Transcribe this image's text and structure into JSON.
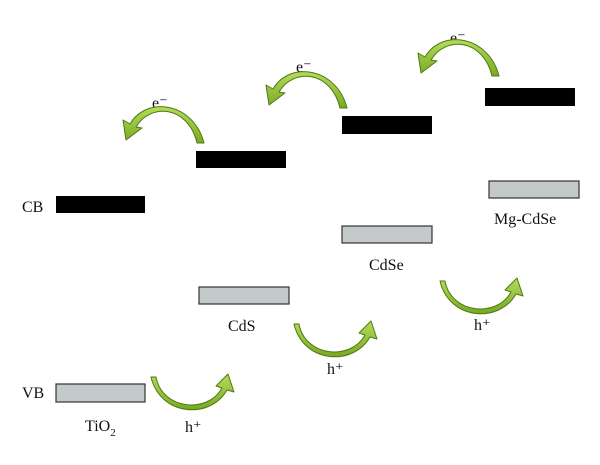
{
  "side_labels": {
    "cb": "CB",
    "vb": "VB"
  },
  "electron_label": "e⁻",
  "hole_label": "h⁺",
  "materials": [
    {
      "name": "TiO",
      "subscript": "2"
    },
    {
      "name": "CdS",
      "subscript": ""
    },
    {
      "name": "CdSe",
      "subscript": ""
    },
    {
      "name": "Mg-CdSe",
      "subscript": ""
    }
  ],
  "colors": {
    "conduction_band": "#000000",
    "valence_band": "#c4c9ca",
    "band_outline": "#333333",
    "arrow_fill": "#8cbb2f",
    "arrow_stroke": "#4d7a12"
  }
}
